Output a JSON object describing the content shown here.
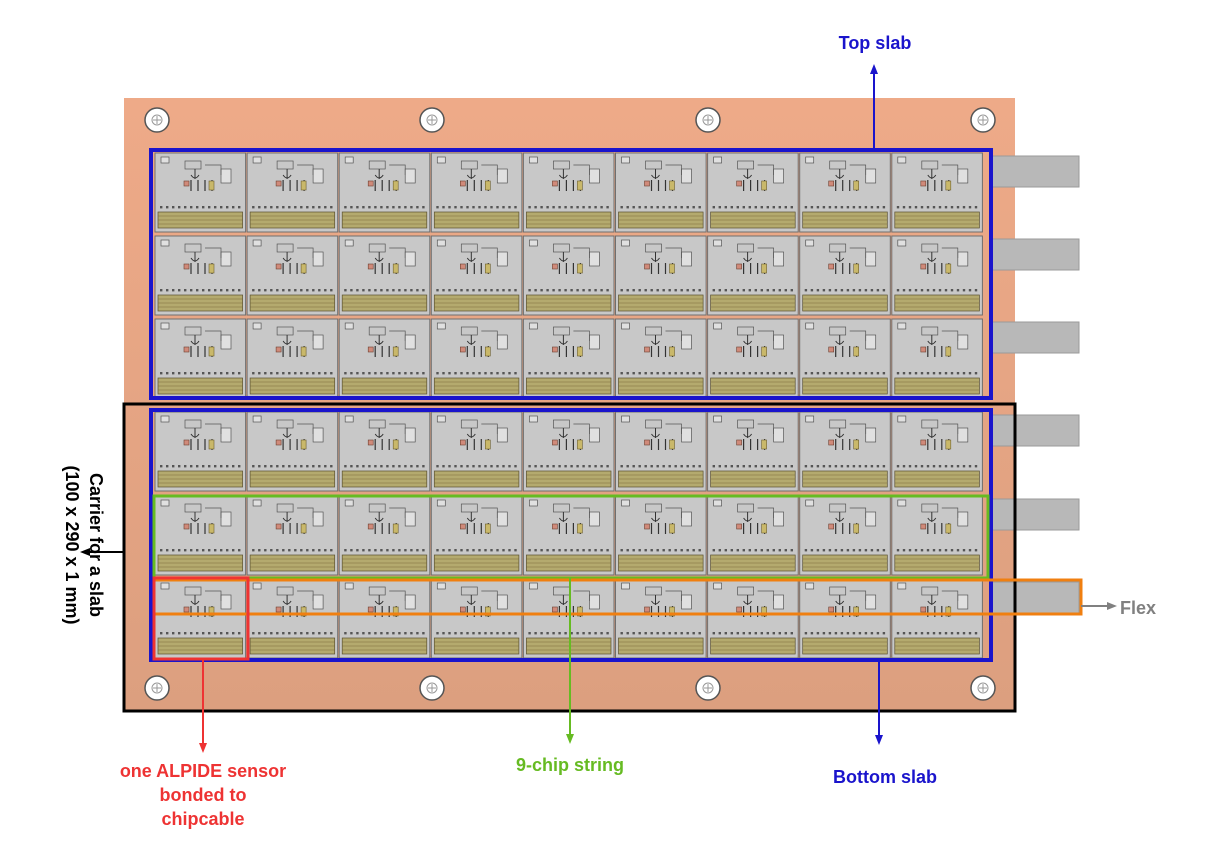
{
  "labels": {
    "top_slab": "Top slab",
    "bottom_slab": "Bottom slab",
    "chip_string": "9-chip string",
    "flex": "Flex",
    "sensor_line1": "one ALPIDE sensor",
    "sensor_line2": "bonded to",
    "sensor_line3": "chipcable",
    "carrier_line1": "Carrier for a slab",
    "carrier_line2": "(100 x 290 x 1 mm)"
  },
  "colors": {
    "carrier": "#eba987",
    "slab_outline": "#1a14cc",
    "string_outline": "#66bb22",
    "flex_outline": "#f07f10",
    "sensor_outline": "#ee3333",
    "carrier_outline": "#000000",
    "chip": "#c8c8c8",
    "flex_cable": "#b8b8b8",
    "bond_strip": "#b4aa6e"
  },
  "layout_grid": {
    "columns": 9,
    "rows": 6
  }
}
